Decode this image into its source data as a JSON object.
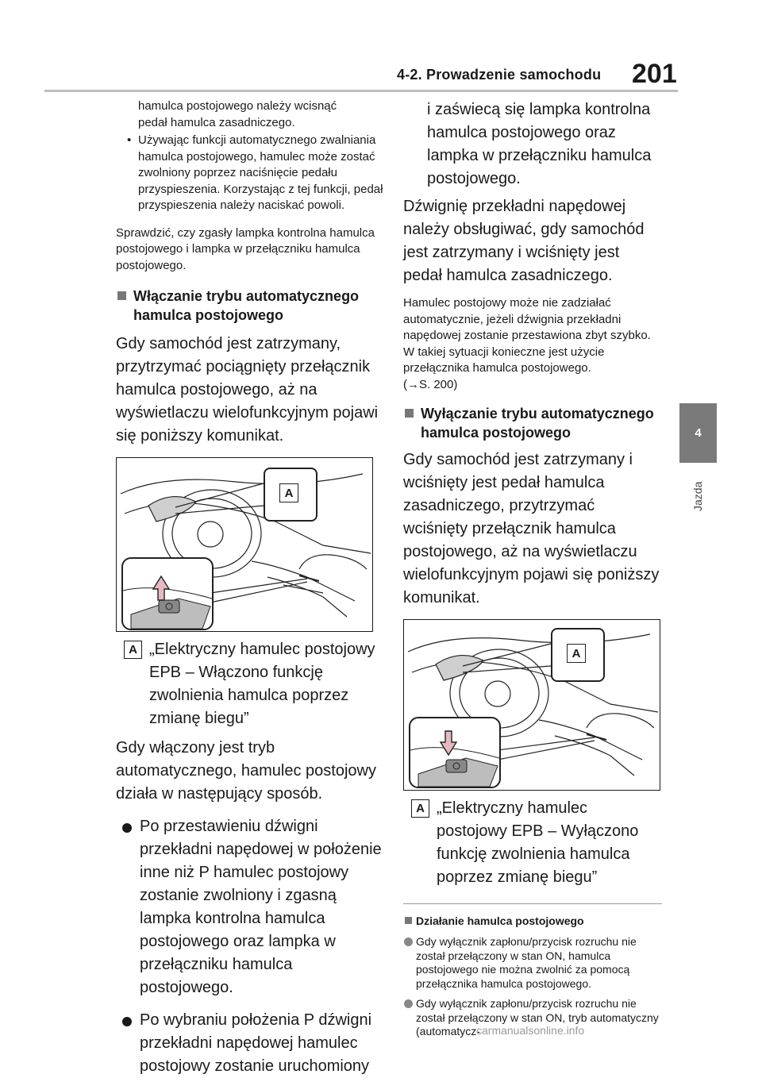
{
  "header": {
    "section": "4-2. Prowadzenie samochodu",
    "page_number": "201"
  },
  "side_tab": {
    "number": "4",
    "label": "Jazda"
  },
  "left_column": {
    "intro_lines": [
      "hamulca postojowego należy wcisnąć",
      "pedał hamulca zasadniczego."
    ],
    "bullet": "Używając funkcji automatycznego zwalniania hamulca postojowego, hamulec może zostać zwolniony poprzez naciśnięcie pedału przyspieszenia. Korzystając z tej funkcji, pedał przyspieszenia należy naciskać powoli.",
    "check_text": "Sprawdzić, czy zgasły lampka kontrolna hamulca postojowego i lampka w przełączniku hamulca postojowego.",
    "heading": "Włączanie trybu automatycznego hamulca postojowego",
    "paragraph": "Gdy samochód jest zatrzymany, przytrzymać pociągnięty przełącznik hamulca postojowego, aż na wyświetlaczu wielofunkcyjnym pojawi się poniższy komunikat.",
    "figure_tag": "A",
    "figure_caption": "„Elektryczny hamulec postojowy EPB – Włączono funkcję zwolnienia hamulca poprzez zmianę biegu”",
    "paragraph2": "Gdy włączony jest tryb automatycznego, hamulec postojowy działa w następujący sposób.",
    "bullets": [
      "Po przestawieniu dźwigni przekładni napędowej w położenie inne niż P hamulec postojowy zostanie zwolniony i zgasną lampka kontrolna hamulca postojowego oraz lampka w przełączniku hamulca postojowego.",
      "Po wybraniu położenia P dźwigni przekładni napędowej hamulec postojowy zostanie uruchomiony"
    ]
  },
  "right_column": {
    "continuation": "i zaświecą się lampka kontrolna hamulca postojowego oraz lampka w przełączniku hamulca postojowego.",
    "paragraph": "Dźwignię przekładni napędowej należy obsługiwać, gdy samochód jest zatrzymany i wciśnięty jest pedał hamulca zasadniczego.",
    "small_note": "Hamulec postojowy może nie zadziałać automatycznie, jeżeli dźwignia przekładni napędowej zostanie przestawiona zbyt szybko.",
    "small_note2": "W takiej sytuacji konieczne jest użycie przełącznika hamulca postojowego.",
    "small_ref": "(→S. 200)",
    "heading": "Wyłączanie trybu automatycznego hamulca postojowego",
    "paragraph2": "Gdy samochód jest zatrzymany i wciśnięty jest pedał hamulca zasadniczego, przytrzymać wciśnięty przełącznik hamulca postojowego, aż na wyświetlaczu wielofunkcyjnym pojawi się poniższy komunikat.",
    "figure_tag": "A",
    "figure_caption": "„Elektryczny hamulec postojowy EPB – Wyłączono funkcję zwolnienia hamulca poprzez zmianę biegu”",
    "note_heading": "Działanie hamulca postojowego",
    "note_bullets": [
      "Gdy wyłącznik zapłonu/przycisk rozruchu nie został przełączony w stan ON, hamulca postojowego nie można zwolnić za pomocą przełącznika hamulca postojowego.",
      "Gdy wyłącznik zapłonu/przycisk rozruchu nie został przełączony w stan ON, tryb automatyczny (automatycz-"
    ]
  },
  "footer": {
    "watermark": "carmanualsonline.info"
  }
}
